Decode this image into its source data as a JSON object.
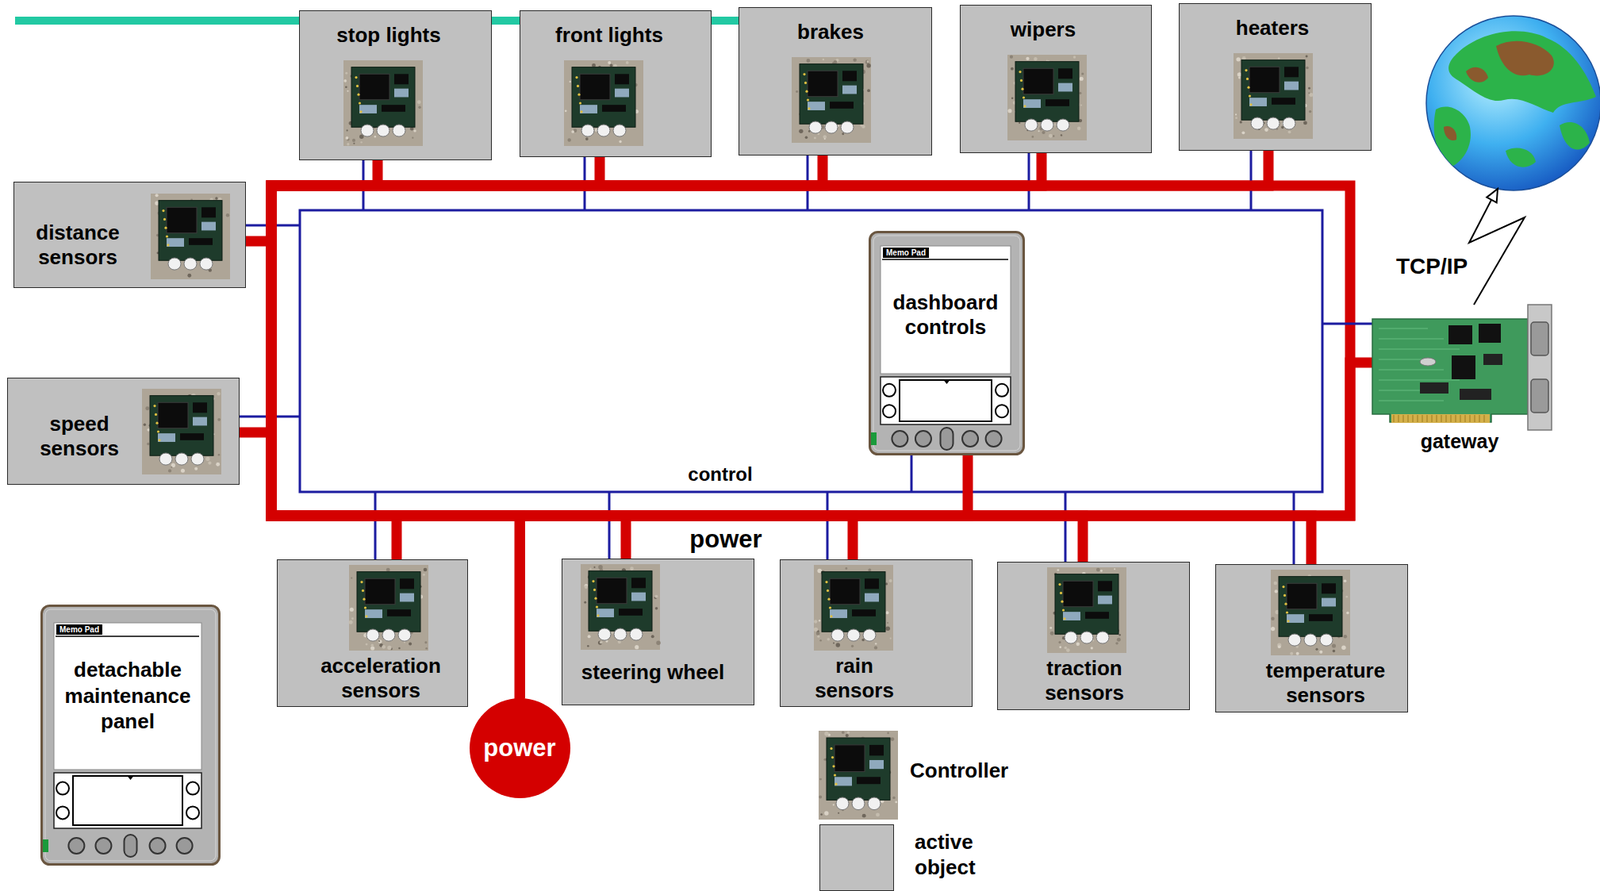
{
  "diagram": {
    "nodes": [
      {
        "text": [
          "stop lights"
        ]
      },
      {
        "text": [
          "front lights"
        ]
      },
      {
        "text": [
          "brakes"
        ]
      },
      {
        "text": [
          "wipers"
        ]
      },
      {
        "text": [
          "heaters"
        ]
      },
      {
        "text": [
          "distance sensors"
        ]
      },
      {
        "text": [
          "speed sensors"
        ]
      },
      {
        "text": [
          "Memo Pad",
          "dashboard controls"
        ]
      },
      {
        "text": [
          "gateway"
        ]
      },
      {
        "text": [
          "acceleration sensors"
        ]
      },
      {
        "text": [
          "steering wheel"
        ]
      },
      {
        "text": [
          "rain sensors"
        ]
      },
      {
        "text": [
          "traction sensors"
        ]
      },
      {
        "text": [
          "temperature sensors"
        ]
      },
      {
        "text": [
          "power"
        ]
      },
      {
        "text": [
          "Memo Pad",
          "detachable maintenance panel"
        ]
      }
    ],
    "edges": [
      {
        "from": 14,
        "to": 0,
        "arrow": "none"
      },
      {
        "from": 14,
        "to": 1,
        "arrow": "none"
      },
      {
        "from": 14,
        "to": 2,
        "arrow": "none"
      },
      {
        "from": 14,
        "to": 3,
        "arrow": "none"
      },
      {
        "from": 14,
        "to": 4,
        "arrow": "none"
      },
      {
        "from": 14,
        "to": 5,
        "arrow": "none"
      },
      {
        "from": 14,
        "to": 6,
        "arrow": "none"
      },
      {
        "from": 14,
        "to": 7,
        "arrow": "none"
      },
      {
        "from": 14,
        "to": 8,
        "arrow": "none"
      },
      {
        "from": 14,
        "to": 9,
        "arrow": "none"
      },
      {
        "from": 14,
        "to": 10,
        "arrow": "none"
      },
      {
        "from": 14,
        "to": 11,
        "arrow": "none"
      },
      {
        "from": 14,
        "to": 12,
        "arrow": "none"
      },
      {
        "from": 14,
        "to": 13,
        "arrow": "none"
      }
    ],
    "labels": [
      "control",
      "power",
      "TCP/IP"
    ],
    "legend": [
      {
        "text": "Controller"
      },
      {
        "text": "active object",
        "color": "#c0c0c0"
      }
    ]
  }
}
